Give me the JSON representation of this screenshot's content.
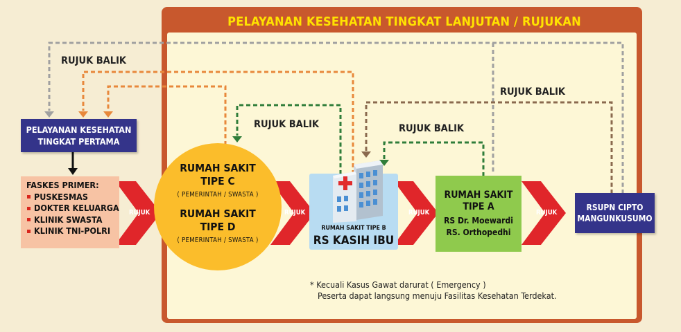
{
  "header": {
    "title": "PELAYANAN KESEHATAN TINGKAT LANJUTAN / RUJUKAN"
  },
  "nodes": {
    "pelayanan_pertama": [
      "PELAYANAN KESEHATAN",
      "TINGKAT PERTAMA"
    ],
    "faskes_primer": {
      "heading": "FASKES PRIMER:",
      "items": [
        "PUSKESMAS",
        "DOKTER KELUARGA",
        "KLINIK SWASTA",
        "KLINIK TNI-POLRI"
      ]
    },
    "rs_tipe_c": {
      "title": [
        "RUMAH SAKIT",
        "TIPE C"
      ],
      "sub": "( PEMERINTAH / SWASTA )"
    },
    "rs_tipe_d": {
      "title": [
        "RUMAH SAKIT",
        "TIPE D"
      ],
      "sub": "( PEMERINTAH / SWASTA )"
    },
    "rs_tipe_b": {
      "sub": "RUMAH SAKIT TIPE B",
      "name": "RS KASIH IBU"
    },
    "rs_tipe_a": {
      "title": [
        "RUMAH SAKIT",
        "TIPE A"
      ],
      "hospitals": [
        "RS Dr. Moewardi",
        "RS. Orthopedhi"
      ]
    },
    "rscm": [
      "RSUPN CIPTO",
      "MANGUNKUSUMO"
    ]
  },
  "arrows": {
    "rujuk": "RUJUK"
  },
  "labels": {
    "rujuk_balik": "RUJUK BALIK"
  },
  "note": [
    "* Kecuali Kasus Gawat darurat ( Emergency )",
    "Peserta dapat langsung menuju Fasilitas Kesehatan Terdekat."
  ],
  "colors": {
    "orange_frame": "#c8582d",
    "navy": "#34348a",
    "red_arrow": "#e0262a",
    "yellow_circle": "#fbbd2b",
    "green_box": "#8fca4d",
    "light_blue_box": "#b8dcf2",
    "dash_gray": "#a0a0a0",
    "dash_orange": "#e8883b",
    "dash_green": "#2f7d3a",
    "dash_brown": "#8a6a4f"
  }
}
